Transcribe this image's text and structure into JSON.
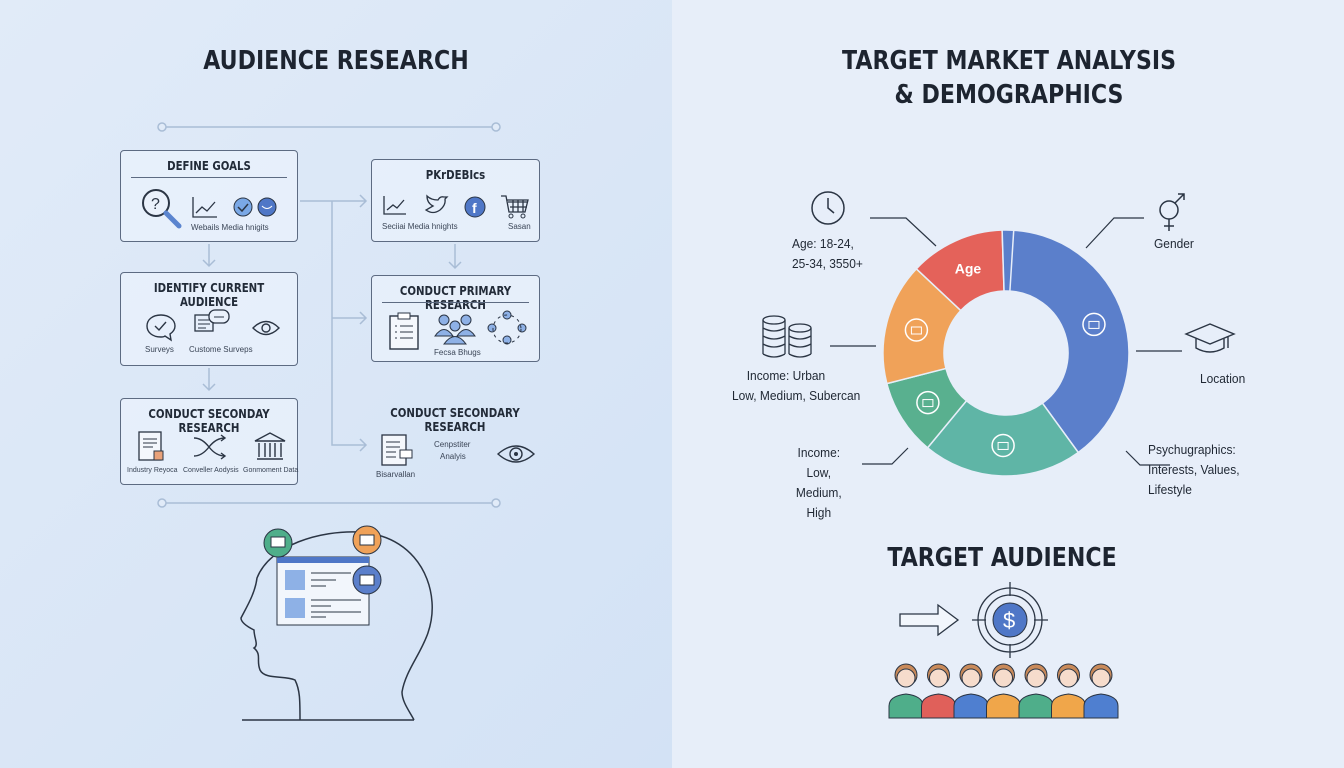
{
  "left": {
    "title": "AUDIENCE RESEARCH",
    "boxes": {
      "define_goals": {
        "title": "DEFINE GOALS",
        "caption": "Webails Media hnigits",
        "icons": [
          "magnifier-question-icon",
          "line-chart-icon",
          "check-circle-icon",
          "bird-circle-icon"
        ]
      },
      "identify": {
        "title": "IDENTIFY CURRENT AUDIENCE",
        "captions": [
          "Surveys",
          "Custome Surveps"
        ],
        "icons": [
          "chat-check-icon",
          "chat-bubbles-icon",
          "eye-icon"
        ]
      },
      "secondary_left": {
        "title": "CONDUCT SECONDAY RESEARCH",
        "captions": [
          "Industry Reyoca",
          "Conveller Aodysis",
          "Gonmoment Data"
        ],
        "icons": [
          "document-icon",
          "shuffle-arrows-icon",
          "bank-icon"
        ]
      },
      "pkrdebics": {
        "title": "PKrDEBIcs",
        "captions": [
          "Seciiai Media hnights",
          "Sasan"
        ],
        "icons": [
          "line-chart-icon",
          "twitter-bird-icon",
          "facebook-icon",
          "shopping-cart-icon"
        ]
      },
      "primary": {
        "title": "CONDUCT PRIMARY RESEARCH",
        "caption": "Fecsa Bhugs",
        "icons": [
          "clipboard-icon",
          "group-icon",
          "network-people-icon"
        ]
      },
      "secondary_right": {
        "title": "CONDUCT SECONDARY RESEARCH",
        "captions": [
          "Bisarvallan",
          "Cenpstiter",
          "Analyis"
        ],
        "icons": [
          "document-chart-icon",
          "eye-icon"
        ]
      }
    }
  },
  "right": {
    "title_line1": "TARGET MARKET ANALYSIS",
    "title_line2": "& DEMOGRAPHICS",
    "donut": {
      "segments": [
        {
          "label": "",
          "icon": "gender-icon",
          "color": "#5b7fcb",
          "share": 0.4
        },
        {
          "label": "",
          "icon": "briefcase-icon",
          "color": "#5fb5a6",
          "share": 0.21
        },
        {
          "label": "",
          "icon": "location-pin-icon",
          "color": "#59b08f",
          "share": 0.1
        },
        {
          "label": "",
          "icon": "dollar-coin-icon",
          "color": "#f0a259",
          "share": 0.16
        },
        {
          "label": "Age",
          "icon": "",
          "color": "#e4625a",
          "share": 0.125
        },
        {
          "label": "",
          "icon": "",
          "color": "#5b7fcb",
          "share": 0.015
        }
      ]
    },
    "callouts": {
      "age": [
        "Age: 18-24,",
        "25-34, 3550+"
      ],
      "gender": "Gender",
      "income_urban": [
        "Income:   Urban",
        "Low, Medium, Subercan"
      ],
      "location": "Location",
      "income": [
        "Income:",
        "Low, Medium,",
        "High"
      ],
      "psycho": [
        "Psychugraphics:",
        "Interests, Values,",
        "Lifestyle"
      ]
    },
    "target_title": "TARGET AUDIENCE",
    "people_colors": [
      "#4fae8a",
      "#e0605a",
      "#4f7fd0",
      "#f0a64a",
      "#4fae8a",
      "#f0a64a",
      "#4f7fd0"
    ]
  }
}
